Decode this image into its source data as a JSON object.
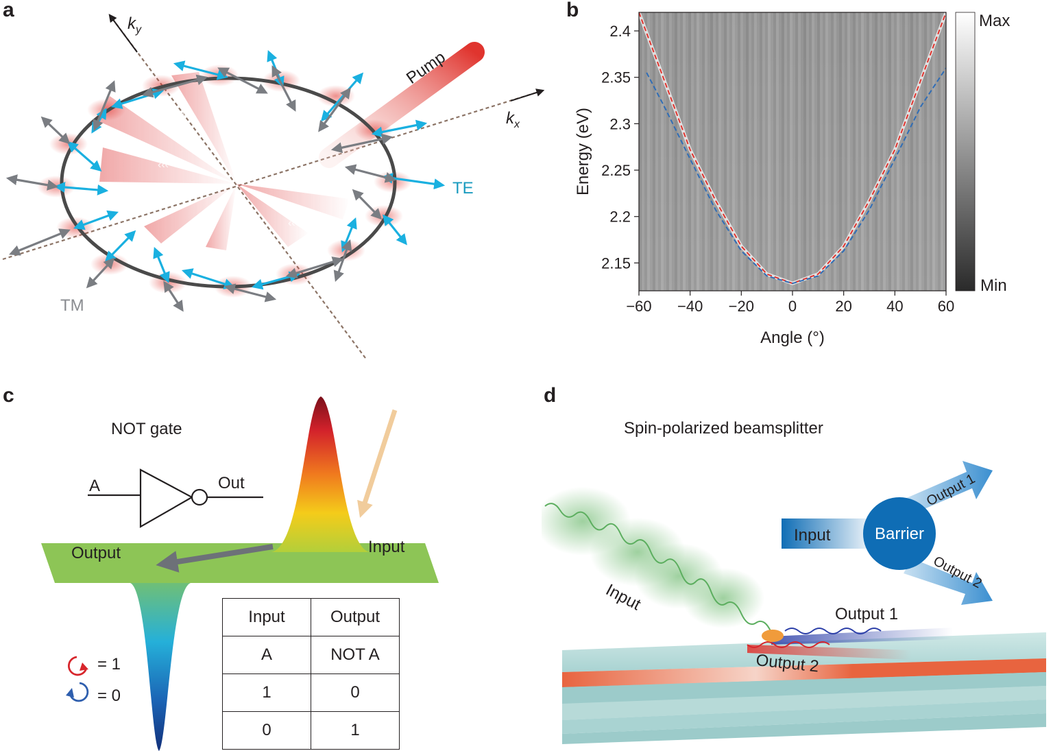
{
  "panels": {
    "a": {
      "label": "a",
      "ky": "k",
      "ky_sub": "y",
      "kx": "k",
      "kx_sub": "x",
      "pump": "Pump",
      "te": "TE",
      "tm": "TM",
      "colors": {
        "te": "#1ab0e0",
        "tm": "#7a7d82",
        "ring": "#4a4a4a",
        "pump": "#e0342e"
      }
    },
    "b": {
      "label": "b",
      "colorbar": {
        "max": "Max",
        "min": "Min"
      }
    },
    "c": {
      "label": "c",
      "title": "NOT gate",
      "gate_in": "A",
      "gate_out": "Out",
      "output_label": "Output",
      "input_label": "Input",
      "legend": [
        {
          "symbol": "red-circular-arrow-icon",
          "text": "= 1",
          "color": "#d7262c"
        },
        {
          "symbol": "blue-circular-arrow-icon",
          "text": "= 0",
          "color": "#2f5fae"
        }
      ],
      "table": {
        "headers": [
          "Input",
          "Output"
        ],
        "rows": [
          [
            "A",
            "NOT A"
          ],
          [
            "1",
            "0"
          ],
          [
            "0",
            "1"
          ]
        ]
      }
    },
    "d": {
      "label": "d",
      "title": "Spin-polarized beamsplitter",
      "input": "Input",
      "output1": "Output 1",
      "output2": "Output 2",
      "schematic": {
        "input": "Input",
        "barrier": "Barrier",
        "output1": "Output 1",
        "output2": "Output 2"
      },
      "colors": {
        "barrier": "#0f6db5",
        "slab": "#a9d3d2",
        "layer": "#e8643f"
      }
    }
  },
  "chart_data": {
    "type": "line",
    "title": "",
    "xlabel": "Angle (°)",
    "ylabel": "Energy (eV)",
    "xlim": [
      -60,
      60
    ],
    "ylim": [
      2.12,
      2.42
    ],
    "xticks": [
      "−60",
      "−40",
      "−20",
      "0",
      "20",
      "40",
      "60"
    ],
    "yticks": [
      "2.4",
      "2.35",
      "2.3",
      "2.25",
      "2.2",
      "2.15"
    ],
    "background": "grayscale angle-resolved intensity map",
    "series": [
      {
        "style": "dashed",
        "color": "#e0342e",
        "x": [
          -60,
          -50,
          -40,
          -30,
          -20,
          -10,
          0,
          10,
          20,
          30,
          40,
          50,
          60
        ],
        "y": [
          2.42,
          2.346,
          2.272,
          2.217,
          2.168,
          2.138,
          2.128,
          2.138,
          2.168,
          2.217,
          2.272,
          2.346,
          2.42
        ]
      },
      {
        "style": "dashed",
        "color": "#2f6db6",
        "x": [
          -57,
          -50,
          -40,
          -30,
          -20,
          -10,
          0,
          10,
          20,
          30,
          40,
          50,
          60
        ],
        "y": [
          2.355,
          2.318,
          2.262,
          2.207,
          2.163,
          2.136,
          2.128,
          2.136,
          2.163,
          2.207,
          2.262,
          2.318,
          2.36
        ]
      }
    ]
  }
}
